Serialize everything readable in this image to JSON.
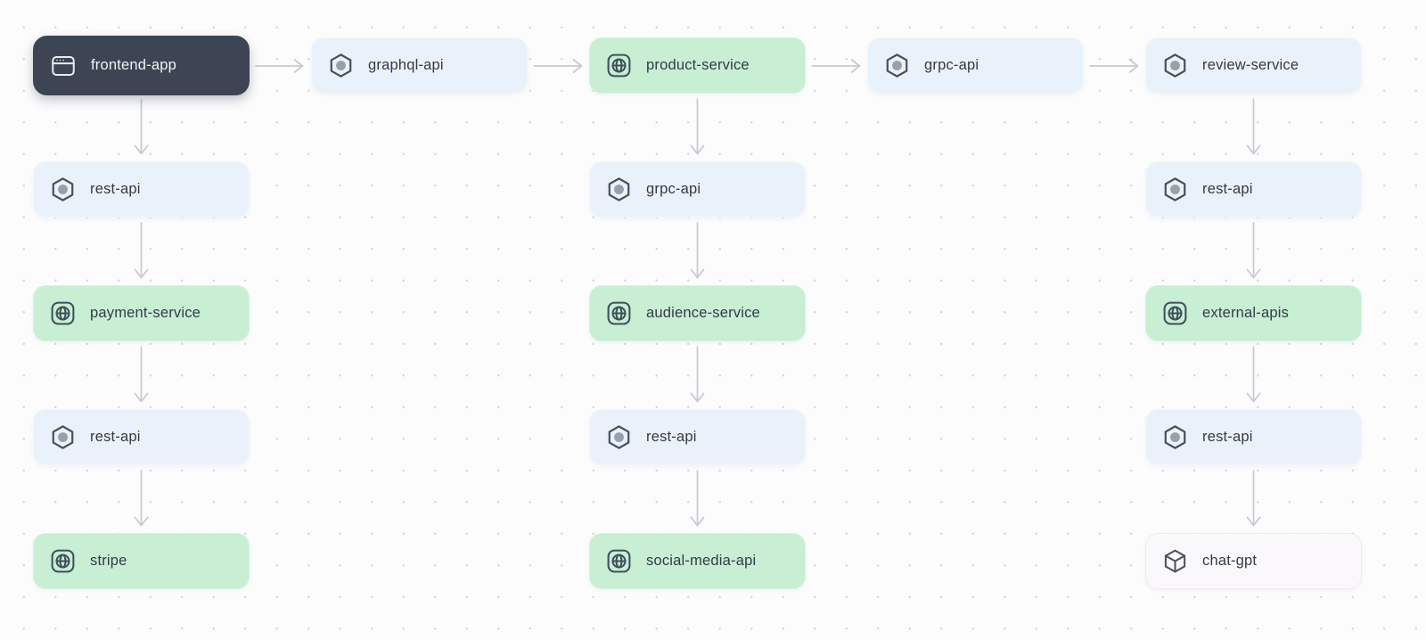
{
  "diagram": {
    "type": "service-architecture-flow",
    "canvas_bg": "#fcfcfd",
    "dot_color": "#d8d9dd",
    "arrow_color": "#c7cad0"
  },
  "colors": {
    "dark_node_bg": "#3d4554",
    "dark_node_text": "#f2f4f7",
    "blue_node_bg": "#e9f2fa",
    "green_node_bg": "#c8eed4",
    "white_node_bg": "#fbf8fb",
    "node_text": "#333b48",
    "icon_stroke": "#46505f"
  },
  "icons": {
    "browser": "browser-window-icon",
    "hexagon": "hexagon-api-icon",
    "globe": "globe-service-icon",
    "cube": "cube-icon"
  },
  "nodes": [
    {
      "id": "frontend-app",
      "label": "frontend-app",
      "variant": "dark",
      "icon": "browser",
      "col": 0,
      "row": 0
    },
    {
      "id": "graphql-api",
      "label": "graphql-api",
      "variant": "blue",
      "icon": "hexagon",
      "col": 1,
      "row": 0
    },
    {
      "id": "product-service",
      "label": "product-service",
      "variant": "green",
      "icon": "globe",
      "col": 2,
      "row": 0
    },
    {
      "id": "grpc-api-top",
      "label": "grpc-api",
      "variant": "blue",
      "icon": "hexagon",
      "col": 3,
      "row": 0
    },
    {
      "id": "review-service",
      "label": "review-service",
      "variant": "blue",
      "icon": "hexagon",
      "col": 4,
      "row": 0
    },
    {
      "id": "rest-api-left-1",
      "label": "rest-api",
      "variant": "blue",
      "icon": "hexagon",
      "col": 0,
      "row": 1
    },
    {
      "id": "grpc-api-mid",
      "label": "grpc-api",
      "variant": "blue",
      "icon": "hexagon",
      "col": 2,
      "row": 1
    },
    {
      "id": "rest-api-right-1",
      "label": "rest-api",
      "variant": "blue",
      "icon": "hexagon",
      "col": 4,
      "row": 1
    },
    {
      "id": "payment-service",
      "label": "payment-service",
      "variant": "green",
      "icon": "globe",
      "col": 0,
      "row": 2
    },
    {
      "id": "audience-service",
      "label": "audience-service",
      "variant": "green",
      "icon": "globe",
      "col": 2,
      "row": 2
    },
    {
      "id": "external-apis",
      "label": "external-apis",
      "variant": "green",
      "icon": "globe",
      "col": 4,
      "row": 2
    },
    {
      "id": "rest-api-left-2",
      "label": "rest-api",
      "variant": "blue",
      "icon": "hexagon",
      "col": 0,
      "row": 3
    },
    {
      "id": "rest-api-mid-2",
      "label": "rest-api",
      "variant": "blue",
      "icon": "hexagon",
      "col": 2,
      "row": 3
    },
    {
      "id": "rest-api-right-2",
      "label": "rest-api",
      "variant": "blue",
      "icon": "hexagon",
      "col": 4,
      "row": 3
    },
    {
      "id": "stripe",
      "label": "stripe",
      "variant": "green",
      "icon": "globe",
      "col": 0,
      "row": 4
    },
    {
      "id": "social-media-api",
      "label": "social-media-api",
      "variant": "green",
      "icon": "globe",
      "col": 2,
      "row": 4
    },
    {
      "id": "chat-gpt",
      "label": "chat-gpt",
      "variant": "white",
      "icon": "cube",
      "col": 4,
      "row": 4
    }
  ],
  "edges": [
    {
      "from": "frontend-app",
      "to": "graphql-api",
      "direction": "right"
    },
    {
      "from": "graphql-api",
      "to": "product-service",
      "direction": "right"
    },
    {
      "from": "product-service",
      "to": "grpc-api-top",
      "direction": "right"
    },
    {
      "from": "grpc-api-top",
      "to": "review-service",
      "direction": "right"
    },
    {
      "from": "frontend-app",
      "to": "rest-api-left-1",
      "direction": "down"
    },
    {
      "from": "rest-api-left-1",
      "to": "payment-service",
      "direction": "down"
    },
    {
      "from": "payment-service",
      "to": "rest-api-left-2",
      "direction": "down"
    },
    {
      "from": "rest-api-left-2",
      "to": "stripe",
      "direction": "down"
    },
    {
      "from": "product-service",
      "to": "grpc-api-mid",
      "direction": "down"
    },
    {
      "from": "grpc-api-mid",
      "to": "audience-service",
      "direction": "down"
    },
    {
      "from": "audience-service",
      "to": "rest-api-mid-2",
      "direction": "down"
    },
    {
      "from": "rest-api-mid-2",
      "to": "social-media-api",
      "direction": "down"
    },
    {
      "from": "review-service",
      "to": "rest-api-right-1",
      "direction": "down"
    },
    {
      "from": "rest-api-right-1",
      "to": "external-apis",
      "direction": "down"
    },
    {
      "from": "external-apis",
      "to": "rest-api-right-2",
      "direction": "down"
    },
    {
      "from": "rest-api-right-2",
      "to": "chat-gpt",
      "direction": "down"
    }
  ]
}
